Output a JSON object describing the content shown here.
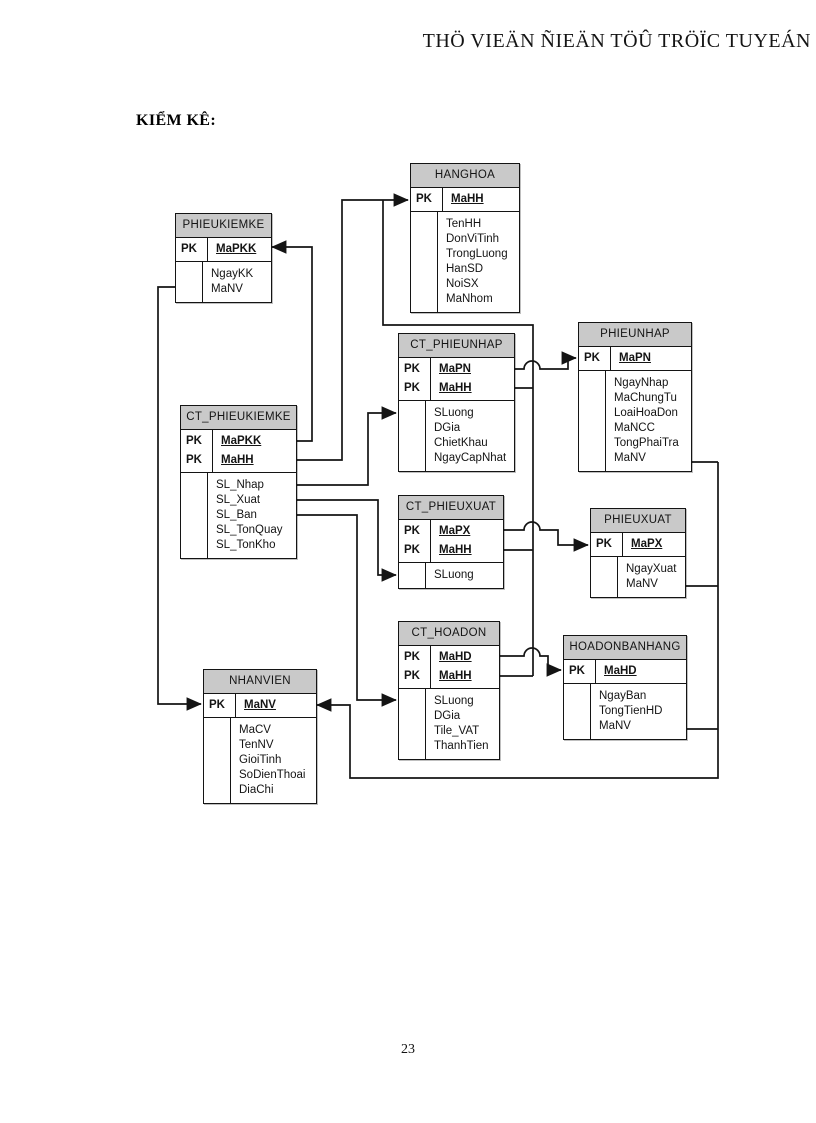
{
  "page": {
    "header": "THÖ VIEÄN ÑIEÄN TÖÛ TRÖÏC TUYEÁN",
    "section_title": "KIỂM KÊ:",
    "page_number": "23"
  },
  "colors": {
    "table_header_bg": "#c9c9c9",
    "line_color": "#141414"
  },
  "diagram": {
    "pk_label": "PK",
    "tables": [
      {
        "id": "hanghoa",
        "title": "HANGHOA",
        "pk": [
          "MaHH"
        ],
        "fields": [
          "TenHH",
          "DonViTinh",
          "TrongLuong",
          "HanSD",
          "NoiSX",
          "MaNhom"
        ]
      },
      {
        "id": "phieukiemke",
        "title": "PHIEUKIEMKE",
        "pk": [
          "MaPKK"
        ],
        "fields": [
          "NgayKK",
          "MaNV"
        ]
      },
      {
        "id": "ct_phieunhap",
        "title": "CT_PHIEUNHAP",
        "pk": [
          "MaPN",
          "MaHH"
        ],
        "fields": [
          "SLuong",
          "DGia",
          "ChietKhau",
          "NgayCapNhat"
        ]
      },
      {
        "id": "phieunhap",
        "title": "PHIEUNHAP",
        "pk": [
          "MaPN"
        ],
        "fields": [
          "NgayNhap",
          "MaChungTu",
          "LoaiHoaDon",
          "MaNCC",
          "TongPhaiTra",
          "MaNV"
        ]
      },
      {
        "id": "ct_phieukiemke",
        "title": "CT_PHIEUKIEMKE",
        "pk": [
          "MaPKK",
          "MaHH"
        ],
        "fields": [
          "SL_Nhap",
          "SL_Xuat",
          "SL_Ban",
          "SL_TonQuay",
          "SL_TonKho"
        ]
      },
      {
        "id": "ct_phieuxuat",
        "title": "CT_PHIEUXUAT",
        "pk": [
          "MaPX",
          "MaHH"
        ],
        "fields": [
          "SLuong"
        ]
      },
      {
        "id": "phieuxuat",
        "title": "PHIEUXUAT",
        "pk": [
          "MaPX"
        ],
        "fields": [
          "NgayXuat",
          "MaNV"
        ]
      },
      {
        "id": "ct_hoadon",
        "title": "CT_HOADON",
        "pk": [
          "MaHD",
          "MaHH"
        ],
        "fields": [
          "SLuong",
          "DGia",
          "Tile_VAT",
          "ThanhTien"
        ]
      },
      {
        "id": "hoadonbanhang",
        "title": "HOADONBANHANG",
        "pk": [
          "MaHD"
        ],
        "fields": [
          "NgayBan",
          "TongTienHD",
          "MaNV"
        ]
      },
      {
        "id": "nhanvien",
        "title": "NHANVIEN",
        "pk": [
          "MaNV"
        ],
        "fields": [
          "MaCV",
          "TenNV",
          "GioiTinh",
          "SoDienThoai",
          "DiaChi"
        ]
      }
    ],
    "relationships": [
      {
        "from": "CT_PHIEUKIEMKE",
        "to": "PHIEUKIEMKE",
        "key": "MaPKK"
      },
      {
        "from": "CT_PHIEUKIEMKE",
        "to": "HANGHOA",
        "key": "MaHH"
      },
      {
        "from": "CT_PHIEUNHAP",
        "to": "HANGHOA",
        "key": "MaHH"
      },
      {
        "from": "CT_PHIEUXUAT",
        "to": "HANGHOA",
        "key": "MaHH"
      },
      {
        "from": "CT_HOADON",
        "to": "HANGHOA",
        "key": "MaHH"
      },
      {
        "from": "CT_PHIEUNHAP",
        "to": "PHIEUNHAP",
        "key": "MaPN"
      },
      {
        "from": "CT_PHIEUXUAT",
        "to": "PHIEUXUAT",
        "key": "MaPX"
      },
      {
        "from": "CT_HOADON",
        "to": "HOADONBANHANG",
        "key": "MaHD"
      },
      {
        "from": "CT_PHIEUKIEMKE",
        "to": "CT_PHIEUNHAP",
        "key": "SL_Nhap"
      },
      {
        "from": "CT_PHIEUKIEMKE",
        "to": "CT_PHIEUXUAT",
        "key": "SL_Xuat"
      },
      {
        "from": "CT_PHIEUKIEMKE",
        "to": "CT_HOADON",
        "key": "SL_Ban"
      },
      {
        "from": "PHIEUKIEMKE",
        "to": "NHANVIEN",
        "key": "MaNV"
      },
      {
        "from": "PHIEUNHAP",
        "to": "NHANVIEN",
        "key": "MaNV"
      },
      {
        "from": "PHIEUXUAT",
        "to": "NHANVIEN",
        "key": "MaNV"
      },
      {
        "from": "HOADONBANHANG",
        "to": "NHANVIEN",
        "key": "MaNV"
      }
    ]
  }
}
